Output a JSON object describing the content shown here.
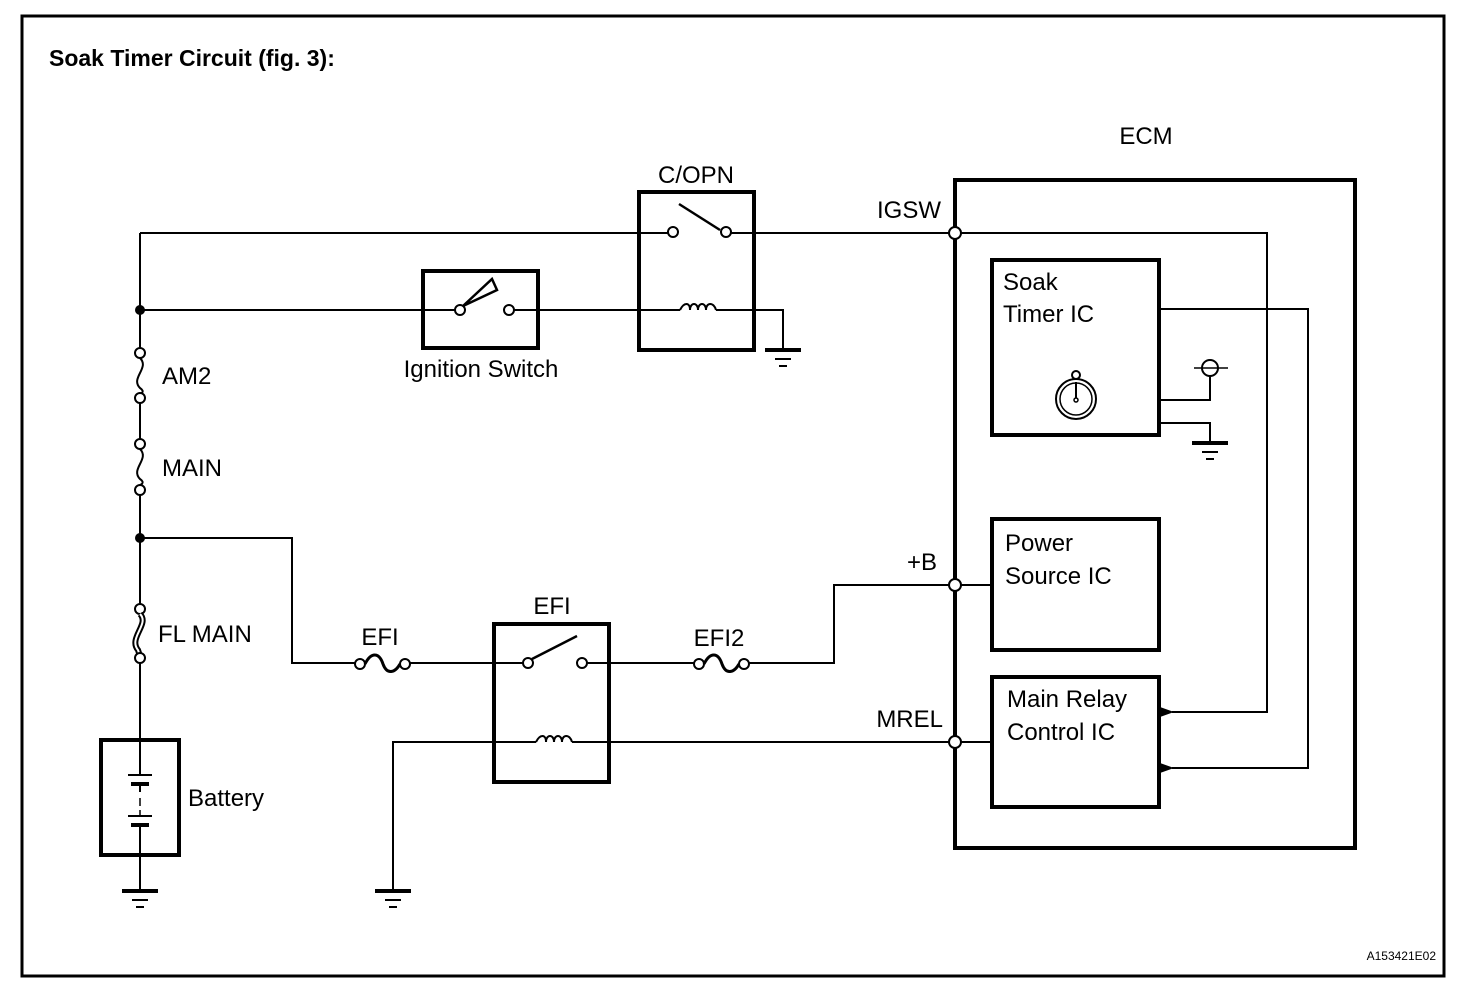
{
  "title": "Soak Timer Circuit (fig. 3):",
  "figure_id": "A153421E02",
  "colors": {
    "ink": "#000000",
    "background": "#ffffff"
  },
  "components": {
    "copn_relay": "C/OPN",
    "ignition_switch": "Ignition Switch",
    "fuse_am2": "AM2",
    "fuse_main": "MAIN",
    "fuse_fl_main": "FL MAIN",
    "battery": "Battery",
    "fuse_efi": "EFI",
    "efi_relay": "EFI",
    "fuse_efi2": "EFI2"
  },
  "ecm": {
    "label": "ECM",
    "terminals": {
      "igsw": "IGSW",
      "plus_b": "+B",
      "mrel": "MREL"
    },
    "soak_timer_ic": {
      "line1": "Soak",
      "line2": "Timer IC"
    },
    "power_source_ic": {
      "line1": "Power",
      "line2": "Source IC"
    },
    "main_relay_control_ic": {
      "line1": "Main Relay",
      "line2": "Control IC"
    }
  }
}
